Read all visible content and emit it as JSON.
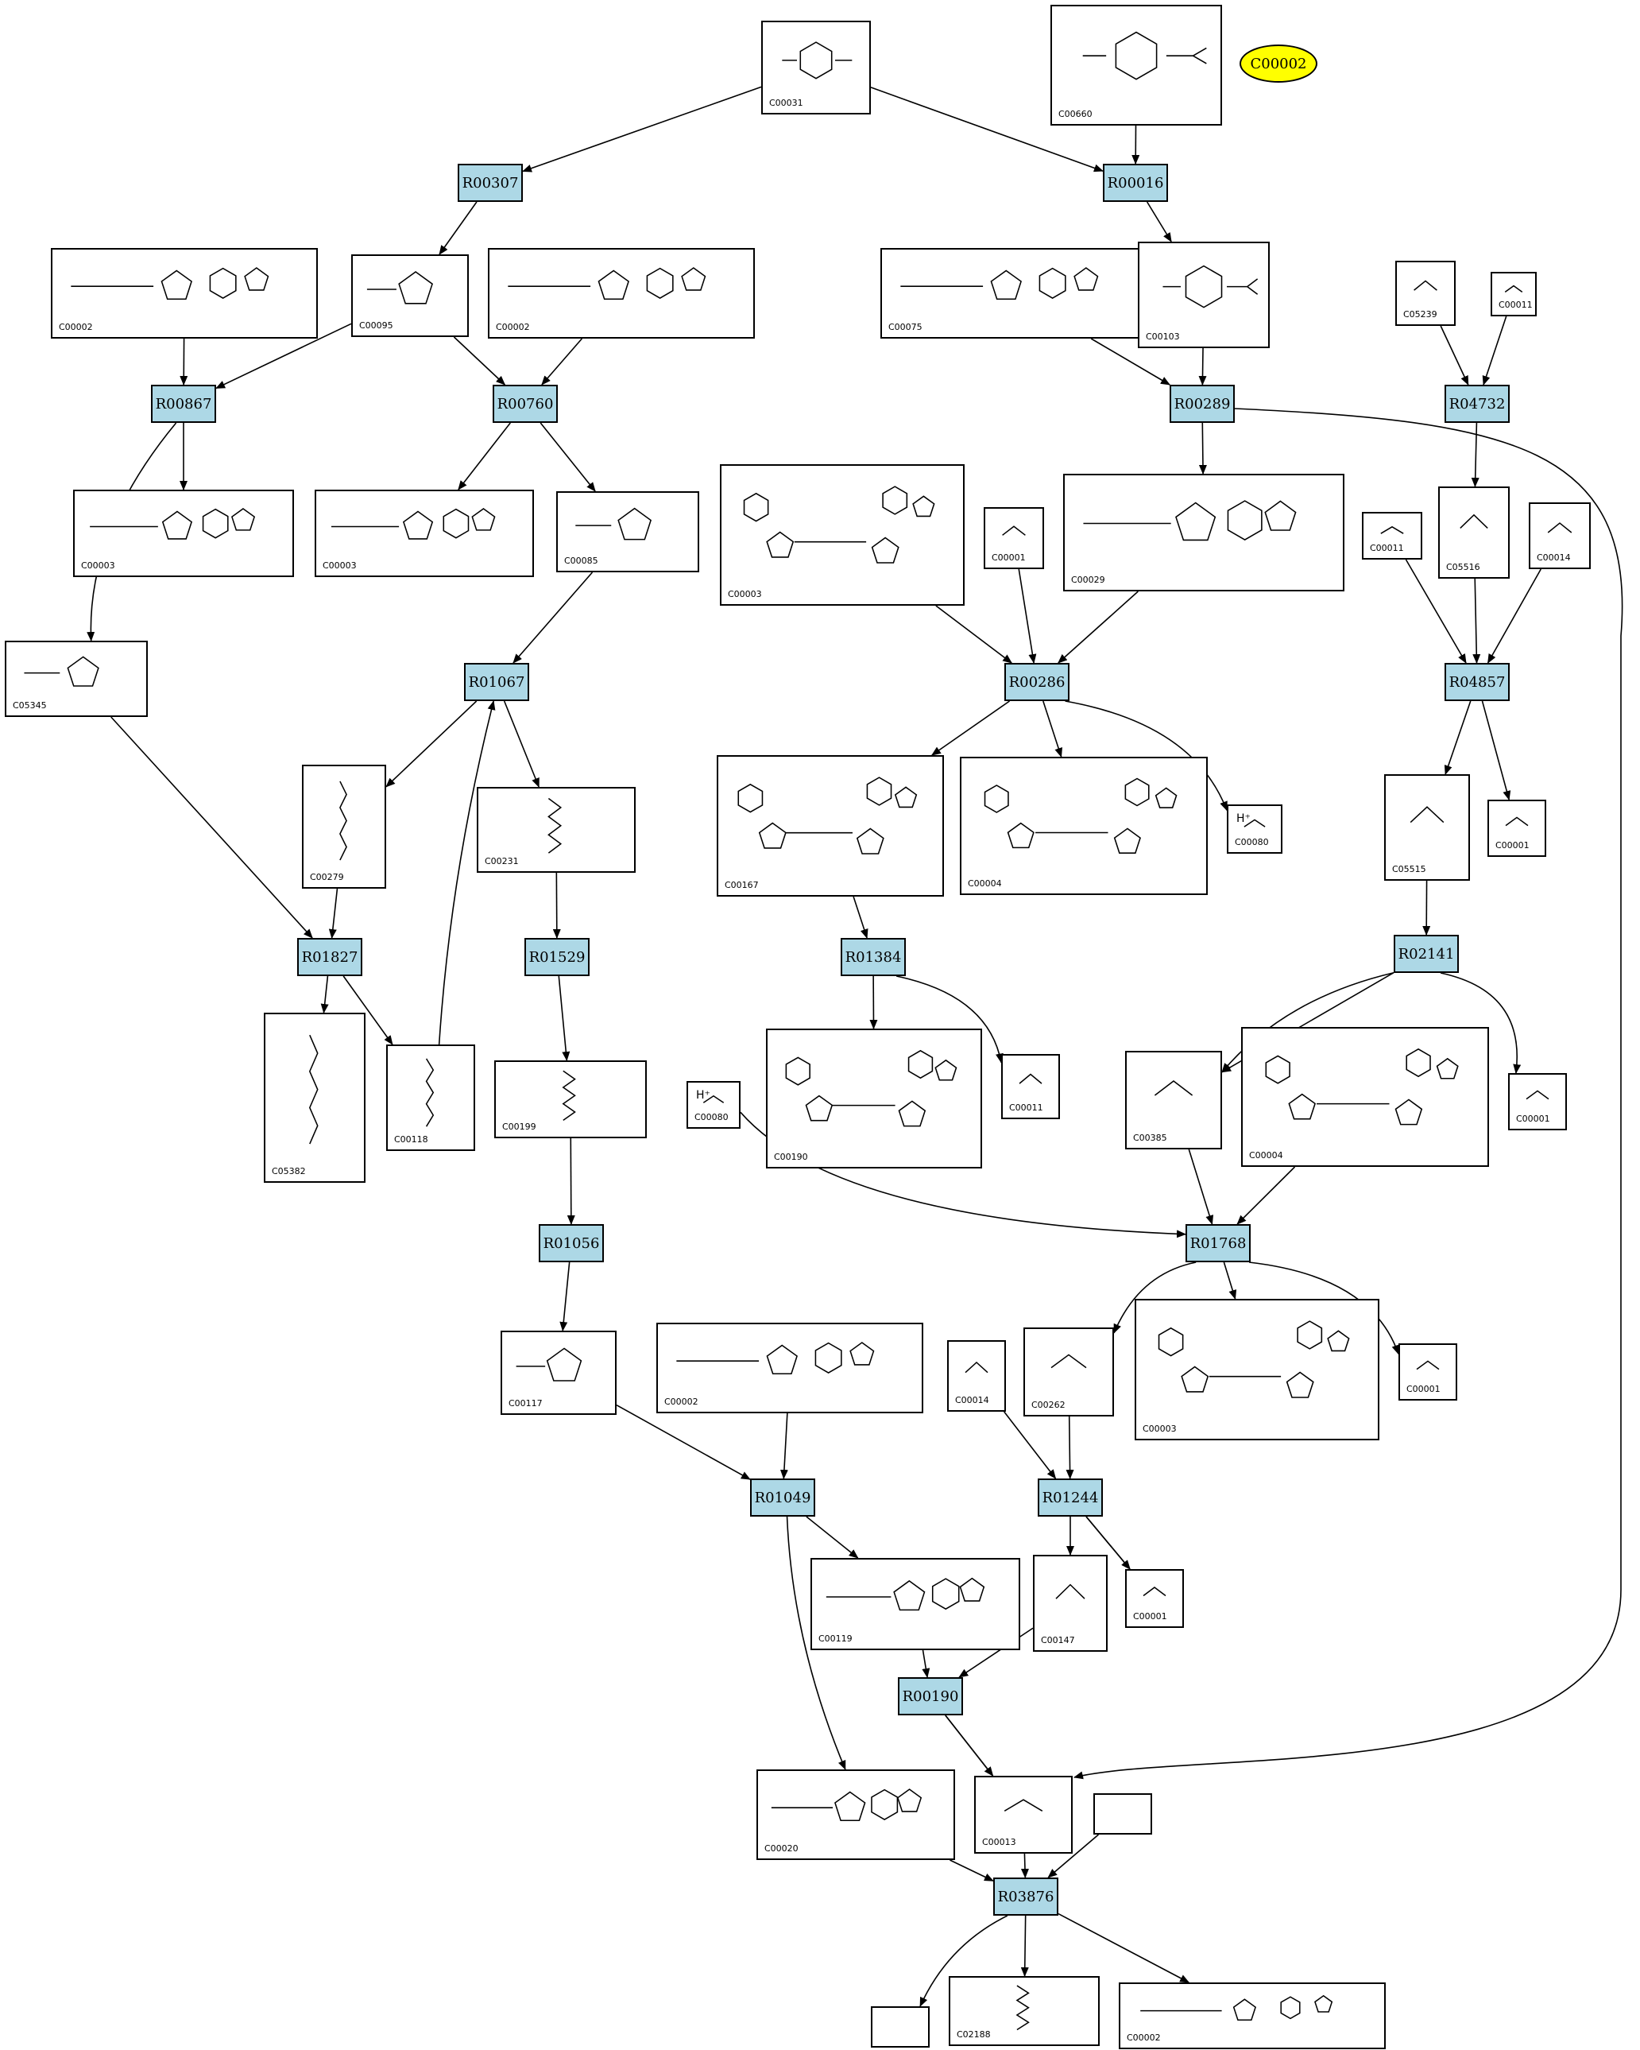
{
  "highlight": {
    "label": "C00002"
  },
  "reactions": [
    "R00307",
    "R00016",
    "R00867",
    "R00760",
    "R00289",
    "R04732",
    "R01067",
    "R00286",
    "R04857",
    "R01827",
    "R01529",
    "R01384",
    "R02141",
    "R01768",
    "R01056",
    "R01049",
    "R01244",
    "R00190",
    "R03876"
  ],
  "compounds": {
    "c_top_glc": "C00031",
    "c_g16p": "C00660",
    "c_atp1": "C00002",
    "c_rib": "C00095",
    "c_atp2": "C00002",
    "c_utp": "C00075",
    "c_g1p": "C00103",
    "c_imid": "C05239",
    "c_form1": "C00011",
    "c_nad1": "C00003",
    "c_nad2": "C00003",
    "c_f6p": "C00085",
    "c_nadp": "C00003",
    "c_water1": "C00001",
    "c_udpg": "C00029",
    "c_form2": "C00011",
    "c_aica": "C05516",
    "c_nh3_1": "C00014",
    "c_fru16": "C05345",
    "c_glyald": "C00279",
    "c_dhap": "C00231",
    "c_udpgluc": "C00167",
    "c_nadh": "C00004",
    "c_hplus1": "C00080",
    "c_faica": "C05515",
    "c_water2": "C00001",
    "c_s7p": "C05382",
    "c_g3p": "C00118",
    "c_xu5p": "C00199",
    "c_udpx": "C00190",
    "c_co2": "C00011",
    "c_hplus2": "C00080",
    "c_imp": "C00385",
    "c_nadh2": "C00004",
    "c_water3": "C00001",
    "c_r5p": "C00117",
    "c_atp3": "C00002",
    "c_nh3_2": "C00014",
    "c_hyp": "C00262",
    "c_nad3": "C00003",
    "c_water4": "C00001",
    "c_prpp": "C00119",
    "c_ade": "C00147",
    "c_water5": "C00001",
    "c_amp": "C00020",
    "c_ppi": "C00013",
    "c_prot": "C02188",
    "c_atp4": "C00002"
  },
  "labels": {
    "hplus": "H⁺"
  }
}
